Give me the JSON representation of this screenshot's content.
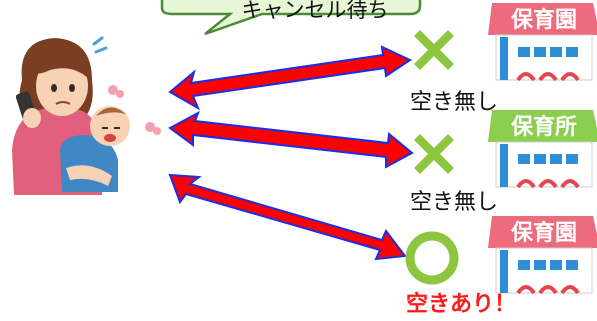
{
  "speech_bubble": {
    "text": "キャンセル待ち"
  },
  "rows": [
    {
      "facility_name": "保育園",
      "status_icon": "cross-icon",
      "status_text": "空き無し",
      "highlight": false
    },
    {
      "facility_name": "保育所",
      "status_icon": "cross-icon",
      "status_text": "空き無し",
      "highlight": false
    },
    {
      "facility_name": "保育園",
      "status_icon": "circle-icon",
      "status_text": "空きあり！",
      "highlight": true
    }
  ],
  "colors": {
    "arrow_fill": "#ff0000",
    "arrow_stroke": "#1a2ee6",
    "bubble_fill": "#e6f6d6",
    "bubble_stroke": "#4e8a36",
    "status_icon": "#8cc63e",
    "building_roof": "#ee6b7d",
    "building_window": "#2f8fd6",
    "available_text": "#ff1a1a"
  }
}
